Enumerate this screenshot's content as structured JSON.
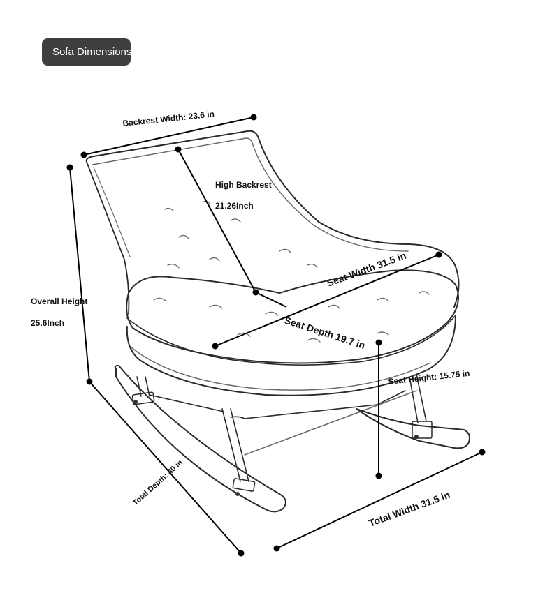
{
  "header": {
    "title": "Sofa Dimensions"
  },
  "dimensions": {
    "backrest_width": "Backrest Width: 23.6 in",
    "high_backrest_title": "High Backrest",
    "high_backrest_value": "21.26Inch",
    "overall_height_title": "Overall Height",
    "overall_height_value": "25.6Inch",
    "seat_width": "Seat Width 31.5 in",
    "seat_depth": "Seat Depth 19.7 in",
    "seat_height": "Seat Height: 15.75 in",
    "total_depth": "Total Depth: 40 in",
    "total_width": "Total Width 31.5 in"
  },
  "colors": {
    "header_bg": "#3f3f3f",
    "header_text": "#ffffff",
    "line": "#000000"
  }
}
